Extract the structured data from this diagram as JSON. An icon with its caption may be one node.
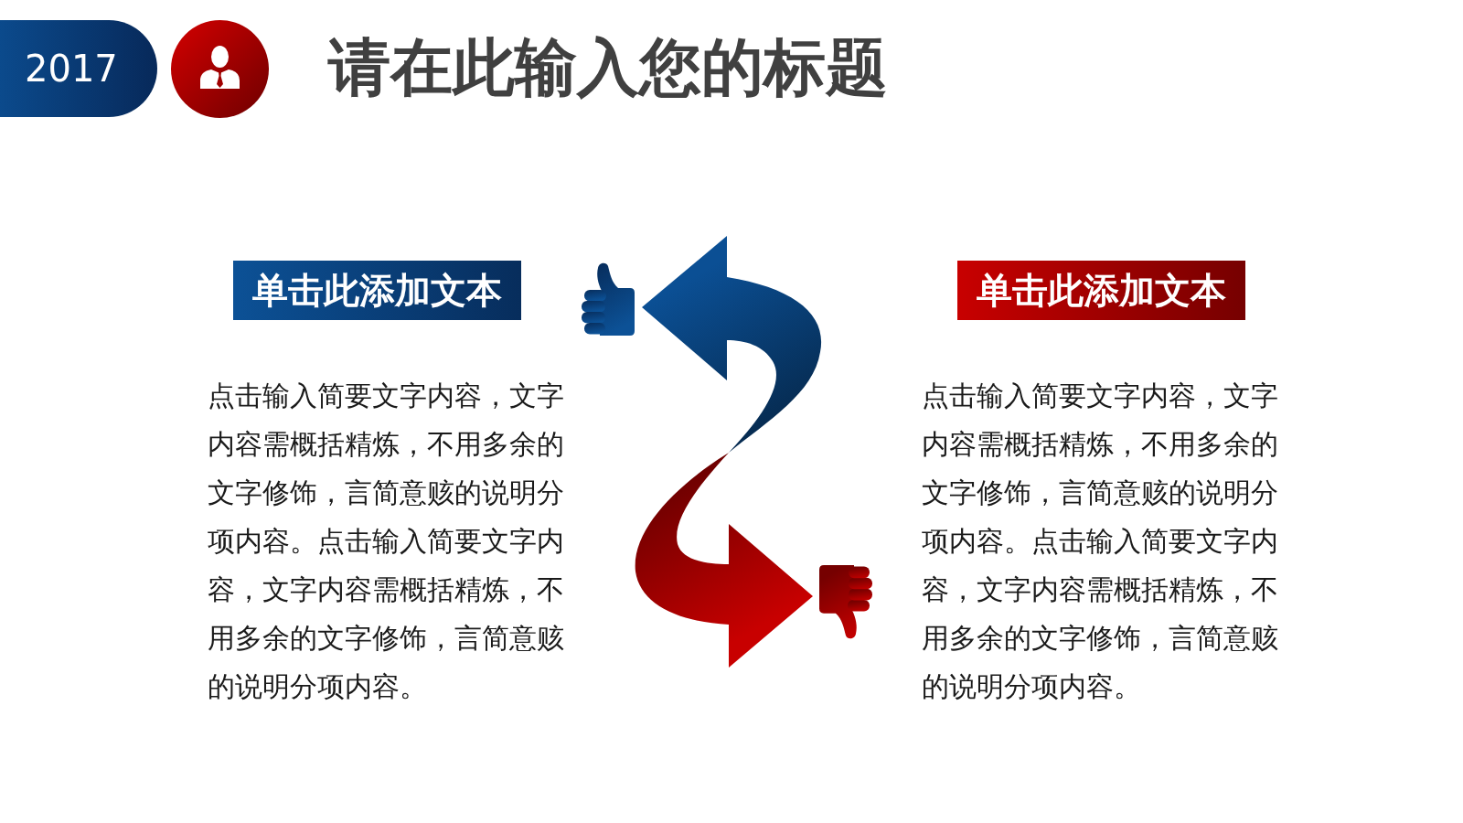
{
  "diagram": {
    "title": "请在此输入您的标题",
    "nodes": [
      {
        "text": [
          "2017"
        ]
      },
      {
        "text": [
          "单击此添加文本"
        ],
        "beside": [
          "点击输入简要文字内容，文字内容需概括精炼，不用多余的文字修饰，言简意赅的说明分项内容。点击输入简要文字内容，文字内容需概括精炼，不用多余的文字修饰，言简意赅的说明分项内容。"
        ]
      },
      {
        "text": [],
        "shape": "picture"
      },
      {
        "text": [],
        "shape": "picture"
      },
      {
        "text": [
          "单击此添加文本"
        ],
        "beside": [
          "点击输入简要文字内容，文字内容需概括精炼，不用多余的文字修饰，言简意赅的说明分项内容。点击输入简要文字内容，文字内容需概括精炼，不用多余的文字修饰，言简意赅的说明分项内容。"
        ]
      }
    ],
    "edges": [
      {
        "from": null,
        "to": 2,
        "arrow": "to",
        "color": "#0b4f94"
      },
      {
        "from": null,
        "to": 3,
        "arrow": "to",
        "color": "#c80000"
      }
    ]
  }
}
